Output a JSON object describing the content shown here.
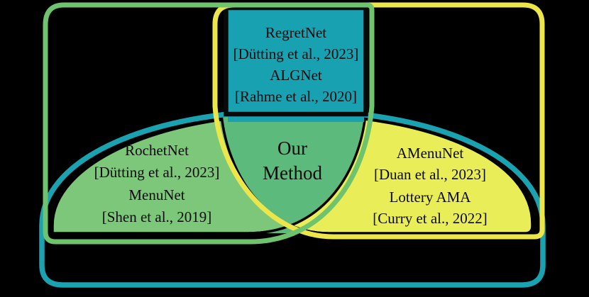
{
  "figure": {
    "type": "venn-diagram",
    "regions": {
      "top_box": {
        "lines": [
          "RegretNet",
          "[Dütting et al., 2023]",
          "ALGNet",
          "[Rahme et al., 2020]"
        ]
      },
      "left": {
        "lines": [
          "RochetNet",
          "[Dütting et al., 2023]",
          "MenuNet",
          "[Shen et al., 2019]"
        ]
      },
      "center": {
        "lines": [
          "Our",
          "Method"
        ]
      },
      "right": {
        "lines": [
          "AMenuNet",
          "[Duan et al., 2023]",
          "Lottery AMA",
          "[Curry et al., 2022]"
        ]
      }
    },
    "colors": {
      "background": "#000000",
      "teal_outline": "#1aa2b0",
      "teal_box_fill": "#18a1b1",
      "box_border": "#0a0a0a",
      "green_outline": "#70c36e",
      "green_fill": "#7dc77a",
      "overlap_fill": "#5dba7d",
      "yellow_outline": "#ece64a",
      "yellow_fill": "#e9ed58",
      "region_edge": "#000000",
      "text": "#0b0b0b"
    }
  }
}
